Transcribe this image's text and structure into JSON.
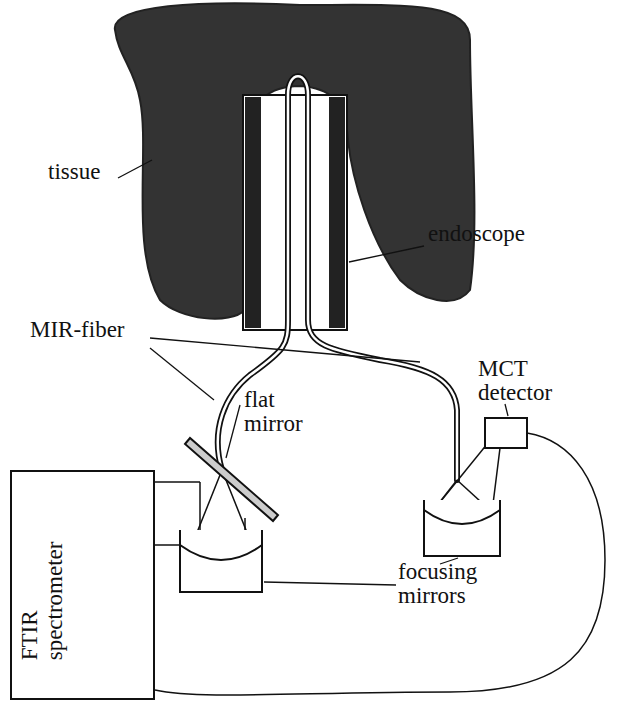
{
  "diagram": {
    "nodes": [
      {
        "text": [
          "FTIR spectrometer"
        ]
      }
    ],
    "labels": [
      "tissue",
      "endoscope",
      "MIR-fiber",
      "MCT detector",
      "flat mirror",
      "focusing mirrors"
    ]
  }
}
